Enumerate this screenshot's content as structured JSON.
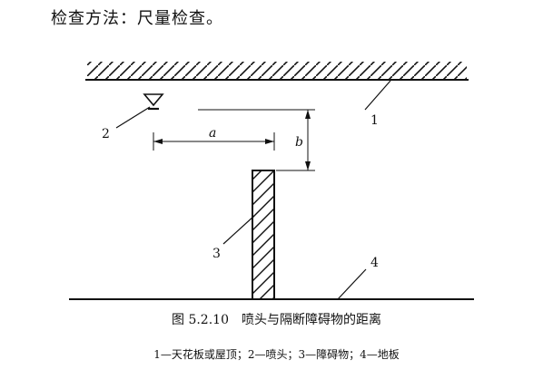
{
  "heading": "检查方法：尺量检查。",
  "figure": {
    "labels": {
      "ceiling": "1",
      "sprinkler": "2",
      "obstruction": "3",
      "floor": "4",
      "dim_a": "a",
      "dim_b": "b"
    },
    "caption": "图 5.2.10　喷头与隔断障碍物的距离",
    "legend": "1—天花板或屋顶；2—喷头；3—障碍物；4—地板"
  }
}
